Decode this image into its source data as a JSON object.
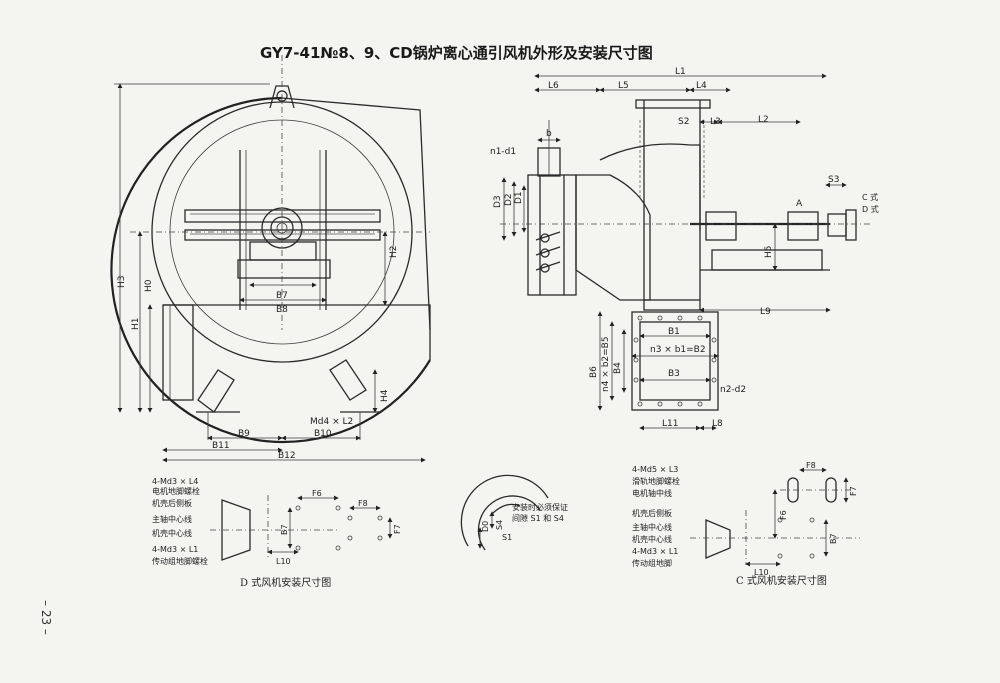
{
  "title": "GY7-41№8、9、CD锅炉离心通引风机外形及安装尺寸图",
  "page_number": "– 23 –",
  "front_view": {
    "labels": {
      "H3": "H3",
      "H0": "H0",
      "H1": "H1",
      "H2": "H2",
      "H4": "H4",
      "B7": "B7",
      "B8": "B8",
      "B9": "B9",
      "B10": "B10",
      "B11": "B11",
      "B12": "B12",
      "Md4L2": "Md4 × L2"
    }
  },
  "side_view": {
    "labels": {
      "L1": "L1",
      "L6": "L6",
      "L5": "L5",
      "L4": "L4",
      "S2": "S2",
      "L3": "L3",
      "L2": "L2",
      "b": "b",
      "n1d1": "n1-d1",
      "D3": "D3",
      "D2": "D2",
      "D1": "D1",
      "S3": "S3",
      "A": "A",
      "C_style": "C 式",
      "D_style": "D 式",
      "H5": "H5",
      "L9": "L9"
    }
  },
  "outlet_flange": {
    "labels": {
      "B1": "B1",
      "n3b1B2": "n3 × b1=B2",
      "B6": "B6",
      "n4b2B5": "n4 × b2=B5",
      "B4": "B4",
      "B3": "B3",
      "n2d2": "n2-d2",
      "L11": "L11",
      "L8": "L8"
    }
  },
  "d_style": {
    "caption": "D 式风机安装尺寸图",
    "labels": {
      "md3l4": "4-Md3 × L4",
      "motor_bolt": "电机地脚螺栓",
      "back_plate": "机壳后侧板",
      "main_axis": "主轴中心线",
      "casing_axis": "机壳中心线",
      "md3l1": "4-Md3 × L1",
      "drive_bolt": "传动组地脚螺栓",
      "F6": "F6",
      "F8": "F8",
      "B7": "B7",
      "F7": "F7",
      "L10": "L10"
    }
  },
  "clearance": {
    "note_line1": "安装时必须保证",
    "note_line2": "间隙 S1 和 S4",
    "D0": "D0",
    "S4": "S4",
    "S1": "S1"
  },
  "c_style": {
    "caption": "C 式风机安装尺寸图",
    "labels": {
      "md5l3": "4-Md5 × L3",
      "rail_bolt": "滑轨地脚螺栓",
      "motor_axis": "电机轴中线",
      "back_plate": "机壳后侧板",
      "main_axis": "主轴中心线",
      "casing_axis": "机壳中心线",
      "md3l1": "4-Md3 × L1",
      "drive_feet": "传动组地脚",
      "F8": "F8",
      "F6": "F6",
      "F7": "F7",
      "B7": "B7",
      "L10": "L10"
    }
  }
}
